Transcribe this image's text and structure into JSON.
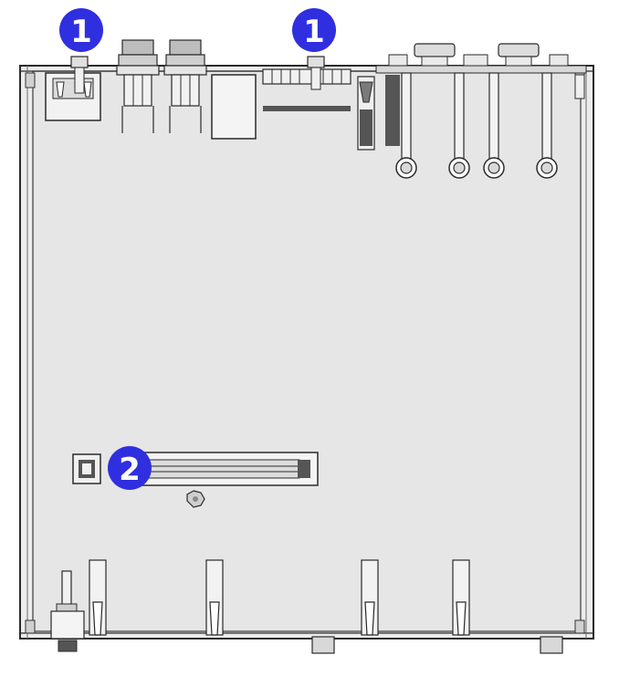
{
  "diagram": {
    "colors": {
      "board_fill": "#e9e9e9",
      "line": "#2a2a2a",
      "part_fill": "#f4f4f4",
      "dark_part": "#555555",
      "badge_fill": "#2f2fe0",
      "badge_text": "#ffffff"
    },
    "callouts": [
      {
        "id": "callout-1-left",
        "label": "1"
      },
      {
        "id": "callout-1-middle",
        "label": "1"
      },
      {
        "id": "callout-2-connector",
        "label": "2"
      }
    ]
  }
}
